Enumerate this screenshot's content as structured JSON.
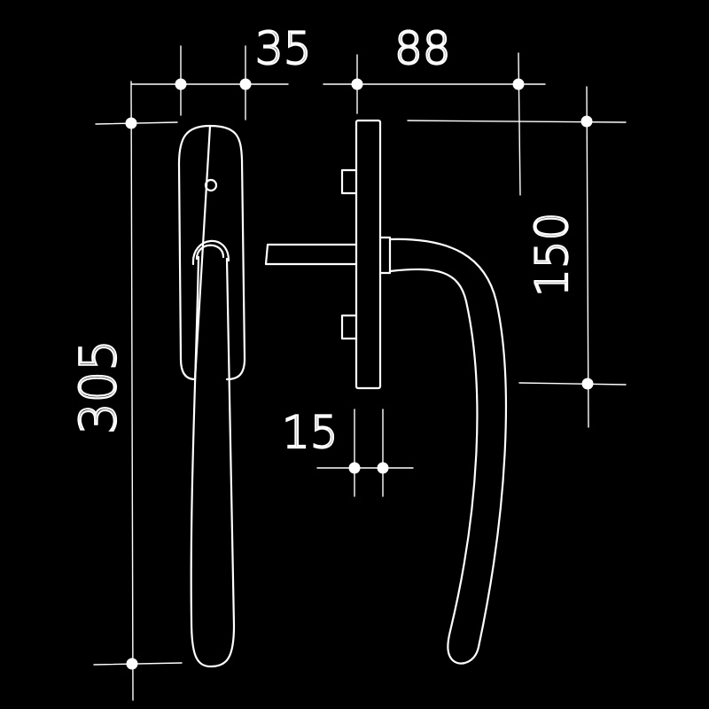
{
  "drawing": {
    "background": "#000000",
    "stroke_color": "#ffffff",
    "dimensions": {
      "width_35": "35",
      "depth_88": "88",
      "height_305": "305",
      "height_150": "150",
      "thickness_15": "15"
    }
  }
}
